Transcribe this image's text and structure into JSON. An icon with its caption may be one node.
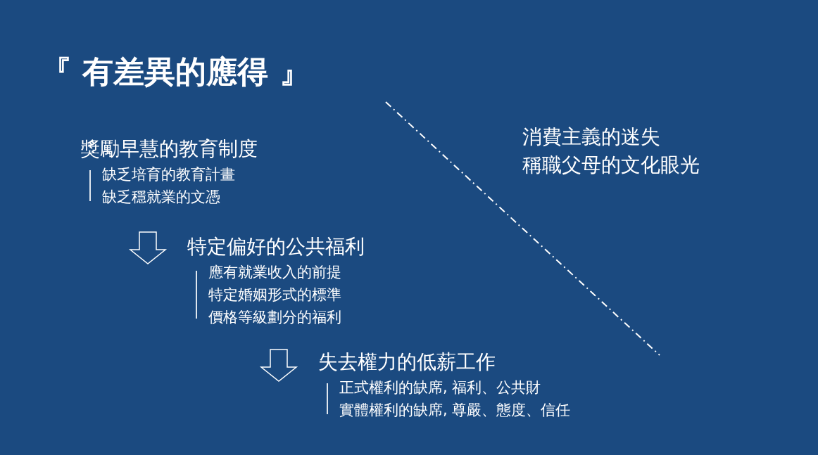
{
  "diagram": {
    "title": "『 有差異的應得 』",
    "nodes": [
      {
        "text": [
          "獎勵早慧的教育制度",
          "缺乏培育的教育計畫",
          "缺乏穩就業的文憑"
        ]
      },
      {
        "text": [
          "特定偏好的公共福利",
          "應有就業收入的前提",
          "特定婚姻形式的標準",
          "價格等級劃分的福利"
        ]
      },
      {
        "text": [
          "失去權力的低薪工作",
          "正式權利的缺席, 福利、公共財",
          "實體權利的缺席, 尊嚴、態度、信任"
        ]
      }
    ],
    "edges": [
      {
        "from": 0,
        "to": 1,
        "arrow": "to"
      },
      {
        "from": 1,
        "to": 2,
        "arrow": "to"
      }
    ],
    "labels": [
      "消費主義的迷失",
      "稱職父母的文化眼光"
    ]
  }
}
